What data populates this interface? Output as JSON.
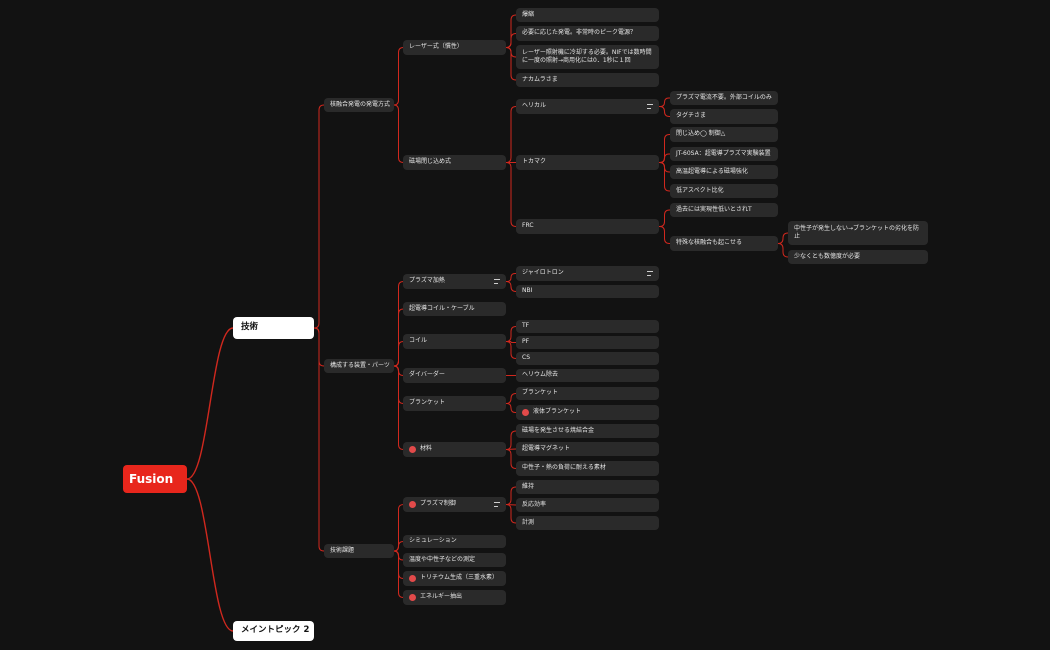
{
  "colors": {
    "background": "#121212",
    "edge": "#d0281e",
    "node": "#2a2a2a",
    "root": "#e8261c",
    "marker": "#e24a4a"
  },
  "root": "Fusion",
  "nodes": [
    {
      "id": "root",
      "text": "Fusion",
      "level": 0
    },
    {
      "id": "gijutsu",
      "text": "技術",
      "level": 1,
      "parent": "root"
    },
    {
      "id": "main2",
      "text": "メイントピック 2",
      "level": 1,
      "parent": "root"
    },
    {
      "id": "hoshiki",
      "text": "核融合発電の発電方式",
      "level": 2,
      "parent": "gijutsu"
    },
    {
      "id": "souchi",
      "text": "構成する装置・パーツ",
      "level": 2,
      "parent": "gijutsu"
    },
    {
      "id": "kadai",
      "text": "技術課題",
      "level": 2,
      "parent": "gijutsu"
    },
    {
      "id": "laser",
      "text": "レーザー式（慣性）",
      "level": 3,
      "parent": "hoshiki"
    },
    {
      "id": "jiba",
      "text": "磁場閉じ込め式",
      "level": 3,
      "parent": "hoshiki"
    },
    {
      "id": "l1",
      "text": "爆縮",
      "level": 4,
      "parent": "laser"
    },
    {
      "id": "l2",
      "text": "必要に応じた発電。非常時のピーク電源？",
      "level": 4,
      "parent": "laser"
    },
    {
      "id": "l3",
      "text": "レーザー照射機に冷却する必要。NIFでは数時間に一度の照射→商用化には0．1秒に１回",
      "level": 4,
      "parent": "laser"
    },
    {
      "id": "l4",
      "text": "ナカムラさま",
      "level": 4,
      "parent": "laser"
    },
    {
      "id": "helical",
      "text": "ヘリカル",
      "level": 4,
      "parent": "jiba",
      "note": true
    },
    {
      "id": "tokamak",
      "text": "トカマク",
      "level": 4,
      "parent": "jiba"
    },
    {
      "id": "frc",
      "text": "FRC",
      "level": 4,
      "parent": "jiba"
    },
    {
      "id": "h1",
      "text": "プラズマ電流不要。外部コイルのみ",
      "level": 5,
      "parent": "helical"
    },
    {
      "id": "h2",
      "text": "タグチさま",
      "level": 5,
      "parent": "helical"
    },
    {
      "id": "t1",
      "text": "閉じ込め◯ 制御△",
      "level": 5,
      "parent": "tokamak"
    },
    {
      "id": "t2",
      "text": "JT-60SA：超電導プラズマ実験装置",
      "level": 5,
      "parent": "tokamak"
    },
    {
      "id": "t3",
      "text": "高温超電導による磁場強化",
      "level": 5,
      "parent": "tokamak"
    },
    {
      "id": "t4",
      "text": "低アスペクト比化",
      "level": 5,
      "parent": "tokamak"
    },
    {
      "id": "f1",
      "text": "過去には実現性低いとされT",
      "level": 5,
      "parent": "frc"
    },
    {
      "id": "f2",
      "text": "特殊な核融合も起こせる",
      "level": 5,
      "parent": "frc"
    },
    {
      "id": "f2a",
      "text": "中性子が発生しない→ブランケットの劣化を防止",
      "level": 6,
      "parent": "f2"
    },
    {
      "id": "f2b",
      "text": "少なくとも数億度が必要",
      "level": 6,
      "parent": "f2"
    },
    {
      "id": "kanetsu",
      "text": "プラズマ加熱",
      "level": 3,
      "parent": "souchi",
      "note": true
    },
    {
      "id": "cho",
      "text": "超電導コイル・ケーブル",
      "level": 3,
      "parent": "souchi"
    },
    {
      "id": "coil",
      "text": "コイル",
      "level": 3,
      "parent": "souchi"
    },
    {
      "id": "div",
      "text": "ダイバーダー",
      "level": 3,
      "parent": "souchi"
    },
    {
      "id": "blanket",
      "text": "ブランケット",
      "level": 3,
      "parent": "souchi"
    },
    {
      "id": "zairyo",
      "text": "材料",
      "level": 3,
      "parent": "souchi",
      "marker": true
    },
    {
      "id": "gyro",
      "text": "ジャイロトロン",
      "level": 4,
      "parent": "kanetsu",
      "note": true
    },
    {
      "id": "nbi",
      "text": "NBI",
      "level": 4,
      "parent": "kanetsu"
    },
    {
      "id": "tf",
      "text": "TF",
      "level": 4,
      "parent": "coil"
    },
    {
      "id": "pf",
      "text": "PF",
      "level": 4,
      "parent": "coil"
    },
    {
      "id": "cs",
      "text": "CS",
      "level": 4,
      "parent": "coil"
    },
    {
      "id": "he",
      "text": "ヘリウム除去",
      "level": 4,
      "parent": "div"
    },
    {
      "id": "bl1",
      "text": "ブランケット",
      "level": 4,
      "parent": "blanket"
    },
    {
      "id": "bl2",
      "text": "液体ブランケット",
      "level": 4,
      "parent": "blanket",
      "marker": true
    },
    {
      "id": "z1",
      "text": "磁場を発生させる焼結合金",
      "level": 4,
      "parent": "zairyo"
    },
    {
      "id": "z2",
      "text": "超電導マグネット",
      "level": 4,
      "parent": "zairyo"
    },
    {
      "id": "z3",
      "text": "中性子・熱の負荷に耐える素材",
      "level": 4,
      "parent": "zairyo"
    },
    {
      "id": "seigyo",
      "text": "プラズマ制御",
      "level": 3,
      "parent": "kadai",
      "marker": true,
      "note": true
    },
    {
      "id": "sim",
      "text": "シミュレーション",
      "level": 3,
      "parent": "kadai"
    },
    {
      "id": "ondo",
      "text": "温度や中性子などの測定",
      "level": 3,
      "parent": "kadai"
    },
    {
      "id": "tri",
      "text": "トリチウム生成（三重水素）",
      "level": 3,
      "parent": "kadai",
      "marker": true
    },
    {
      "id": "ene",
      "text": "エネルギー抽出",
      "level": 3,
      "parent": "kadai",
      "marker": true
    },
    {
      "id": "s1",
      "text": "維持",
      "level": 4,
      "parent": "seigyo"
    },
    {
      "id": "s2",
      "text": "反応効率",
      "level": 4,
      "parent": "seigyo"
    },
    {
      "id": "s3",
      "text": "計測",
      "level": 4,
      "parent": "seigyo"
    }
  ]
}
